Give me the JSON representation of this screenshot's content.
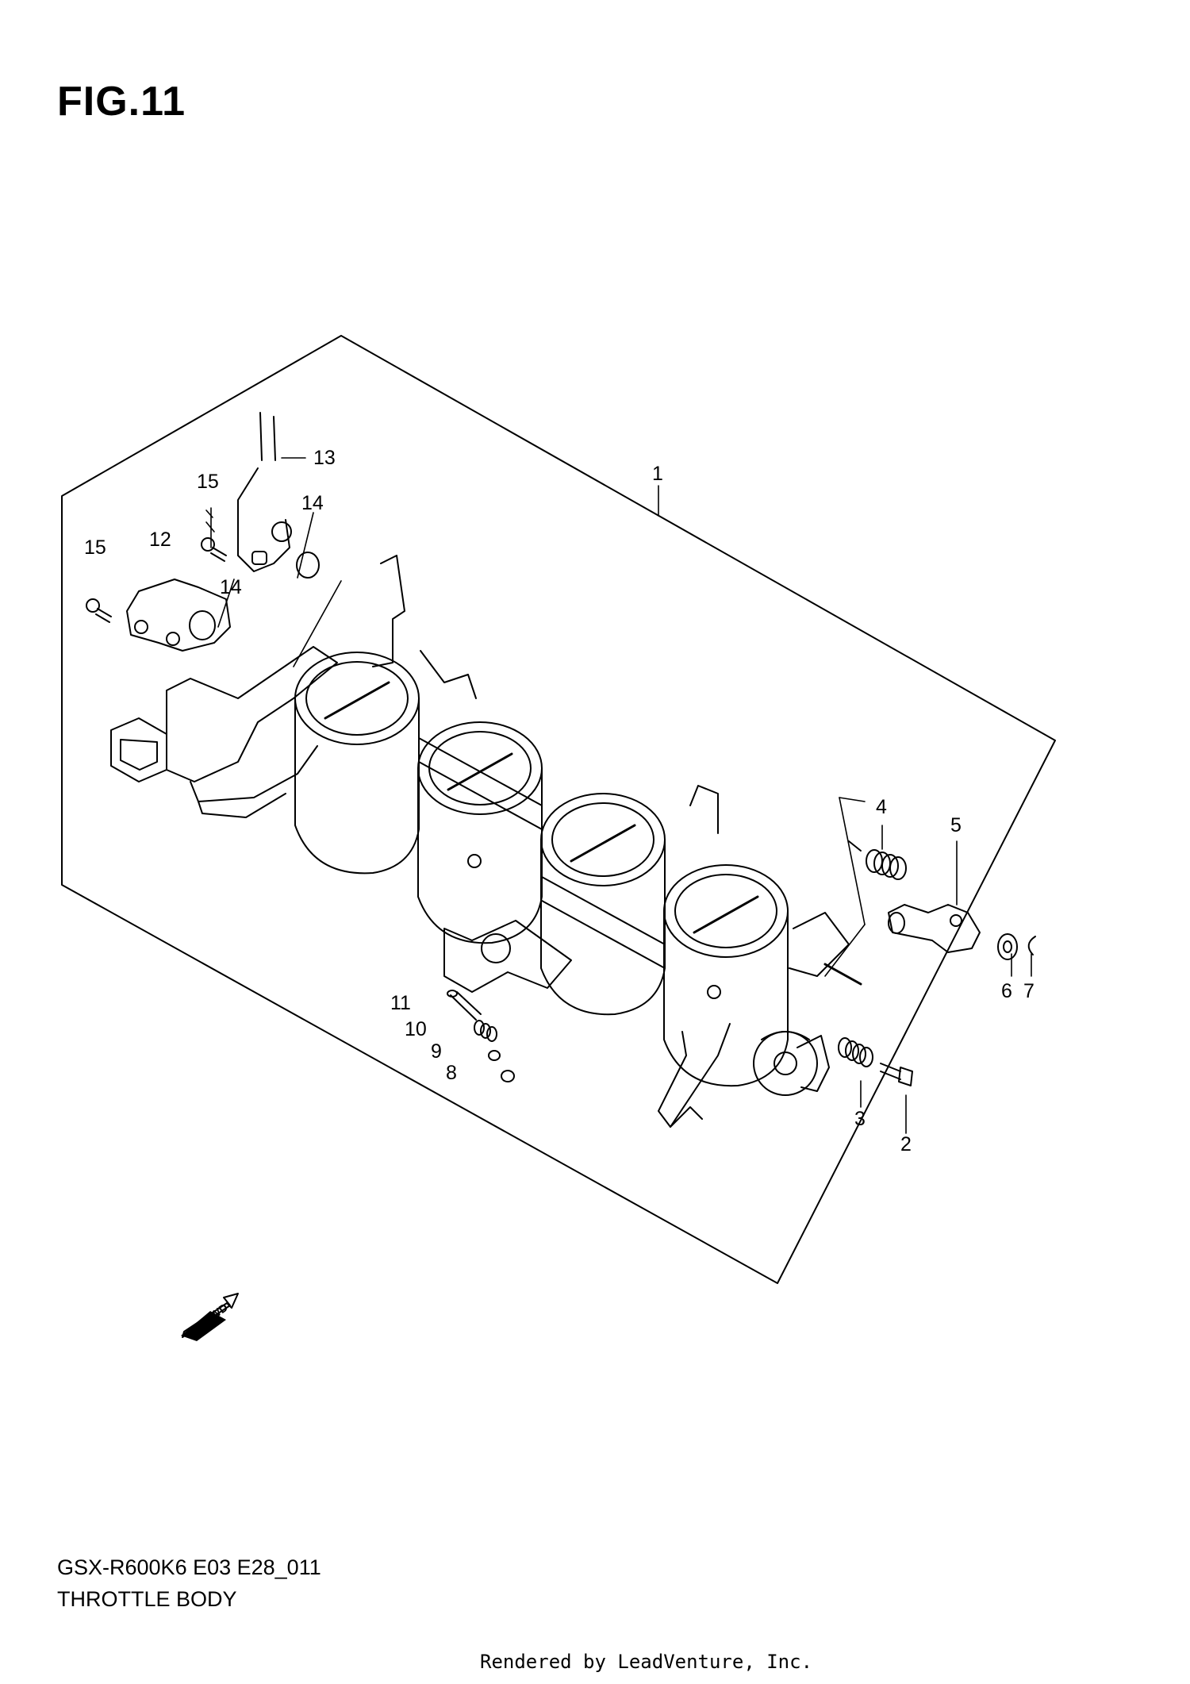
{
  "figure": {
    "title": "FIG.11"
  },
  "callouts": [
    {
      "id": "c1",
      "text": "1"
    },
    {
      "id": "c2",
      "text": "2"
    },
    {
      "id": "c3",
      "text": "3"
    },
    {
      "id": "c4",
      "text": "4"
    },
    {
      "id": "c5",
      "text": "5"
    },
    {
      "id": "c6",
      "text": "6"
    },
    {
      "id": "c7",
      "text": "7"
    },
    {
      "id": "c8",
      "text": "8"
    },
    {
      "id": "c9",
      "text": "9"
    },
    {
      "id": "c10",
      "text": "10"
    },
    {
      "id": "c11",
      "text": "11"
    },
    {
      "id": "c12",
      "text": "12"
    },
    {
      "id": "c13",
      "text": "13"
    },
    {
      "id": "c14a",
      "text": "14"
    },
    {
      "id": "c14b",
      "text": "14"
    },
    {
      "id": "c15a",
      "text": "15"
    },
    {
      "id": "c15b",
      "text": "15"
    }
  ],
  "fwd_label": "FWD",
  "footer": {
    "model_code": "GSX-R600K6 E03 E28_011",
    "caption": "THROTTLE BODY",
    "rendered_by": "Rendered by LeadVenture, Inc."
  }
}
